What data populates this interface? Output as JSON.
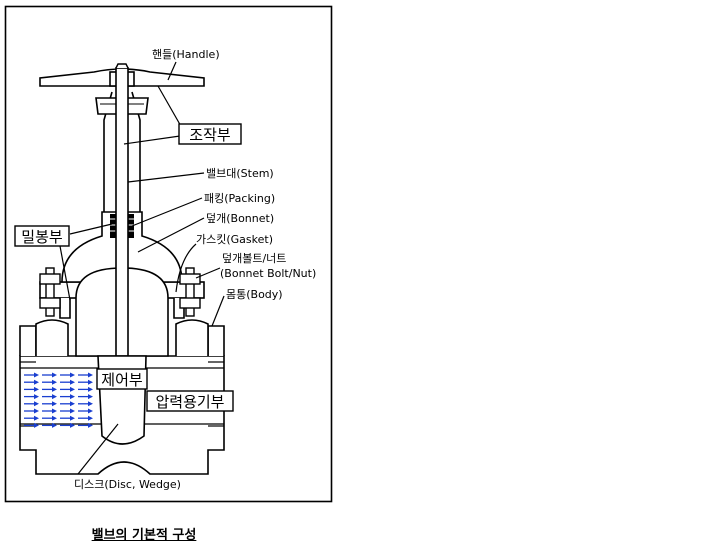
{
  "labels": {
    "handle": "핸들(Handle)",
    "stem": "밸브대(Stem)",
    "packing": "패킹(Packing)",
    "bonnet": "덮개(Bonnet)",
    "gasket": "가스킷(Gasket)",
    "bonnet_bolt_1": "덮개볼트/너트",
    "bonnet_bolt_2": "(Bonnet Bolt/Nut)",
    "body": "몸통(Body)",
    "disc": "디스크(Disc, Wedge)"
  },
  "boxed_labels": {
    "operating_part": "조작부",
    "sealing_part": "밀봉부",
    "control_part": "제어부",
    "pressure_vessel_part": "압력용기부"
  },
  "caption": "밸브의 기본적 구성",
  "colors": {
    "line": "#000000",
    "flow_arrow": "#1a3fd0"
  },
  "flow_arrows": {
    "rows": 8,
    "per_row": 4
  }
}
